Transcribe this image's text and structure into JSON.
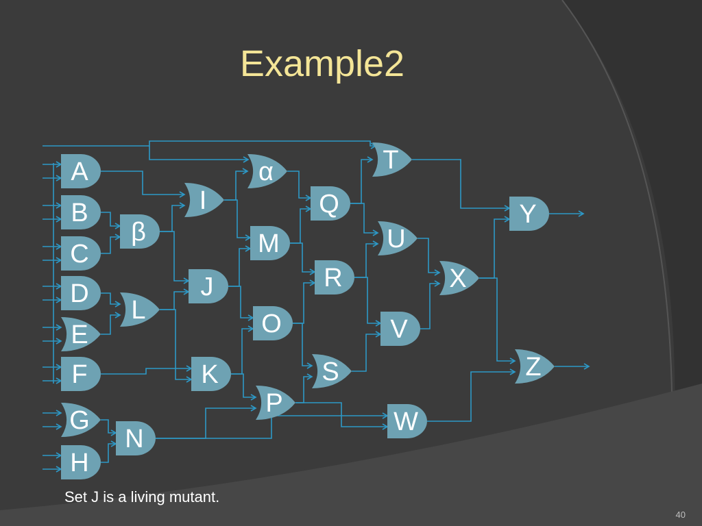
{
  "slide": {
    "title": "Example2",
    "caption": "Set J is a living mutant.",
    "page_number": "40"
  },
  "colors": {
    "background": "#3b3b3b",
    "title": "#f4e597",
    "gate_fill": "#6ea2b3",
    "wire": "#2d99c7",
    "text": "#ffffff"
  },
  "gates": [
    {
      "id": "A",
      "label": "A",
      "shape": "and"
    },
    {
      "id": "B",
      "label": "B",
      "shape": "and"
    },
    {
      "id": "C",
      "label": "C",
      "shape": "and"
    },
    {
      "id": "D",
      "label": "D",
      "shape": "and"
    },
    {
      "id": "E",
      "label": "E",
      "shape": "or"
    },
    {
      "id": "F",
      "label": "F",
      "shape": "and"
    },
    {
      "id": "G",
      "label": "G",
      "shape": "or"
    },
    {
      "id": "H",
      "label": "H",
      "shape": "and"
    },
    {
      "id": "beta",
      "label": "β",
      "shape": "and"
    },
    {
      "id": "L",
      "label": "L",
      "shape": "or"
    },
    {
      "id": "N",
      "label": "N",
      "shape": "and"
    },
    {
      "id": "I",
      "label": "I",
      "shape": "or"
    },
    {
      "id": "J",
      "label": "J",
      "shape": "and"
    },
    {
      "id": "K",
      "label": "K",
      "shape": "and"
    },
    {
      "id": "alpha",
      "label": "α",
      "shape": "or"
    },
    {
      "id": "M",
      "label": "M",
      "shape": "and"
    },
    {
      "id": "O",
      "label": "O",
      "shape": "and"
    },
    {
      "id": "P",
      "label": "P",
      "shape": "or"
    },
    {
      "id": "Q",
      "label": "Q",
      "shape": "and"
    },
    {
      "id": "R",
      "label": "R",
      "shape": "and"
    },
    {
      "id": "S",
      "label": "S",
      "shape": "or"
    },
    {
      "id": "T",
      "label": "T",
      "shape": "or"
    },
    {
      "id": "U",
      "label": "U",
      "shape": "or"
    },
    {
      "id": "V",
      "label": "V",
      "shape": "and"
    },
    {
      "id": "W",
      "label": "W",
      "shape": "and"
    },
    {
      "id": "X",
      "label": "X",
      "shape": "or"
    },
    {
      "id": "Y",
      "label": "Y",
      "shape": "and"
    },
    {
      "id": "Z",
      "label": "Z",
      "shape": "or"
    }
  ],
  "edges": [
    [
      "A",
      "I"
    ],
    [
      "B",
      "beta"
    ],
    [
      "C",
      "beta"
    ],
    [
      "D",
      "L"
    ],
    [
      "E",
      "L"
    ],
    [
      "F",
      "K"
    ],
    [
      "G",
      "N"
    ],
    [
      "H",
      "N"
    ],
    [
      "beta",
      "I"
    ],
    [
      "beta",
      "J"
    ],
    [
      "L",
      "J"
    ],
    [
      "L",
      "K"
    ],
    [
      "I",
      "alpha"
    ],
    [
      "I",
      "M"
    ],
    [
      "J",
      "M"
    ],
    [
      "J",
      "O"
    ],
    [
      "K",
      "O"
    ],
    [
      "K",
      "P"
    ],
    [
      "N",
      "P"
    ],
    [
      "N",
      "W"
    ],
    [
      "alpha",
      "Q"
    ],
    [
      "M",
      "Q"
    ],
    [
      "M",
      "R"
    ],
    [
      "O",
      "R"
    ],
    [
      "O",
      "S"
    ],
    [
      "P",
      "S"
    ],
    [
      "P",
      "W"
    ],
    [
      "Q",
      "T"
    ],
    [
      "Q",
      "U"
    ],
    [
      "R",
      "U"
    ],
    [
      "R",
      "V"
    ],
    [
      "S",
      "V"
    ],
    [
      "T",
      "Y"
    ],
    [
      "U",
      "X"
    ],
    [
      "V",
      "X"
    ],
    [
      "X",
      "Y"
    ],
    [
      "X",
      "Z"
    ],
    [
      "W",
      "Z"
    ]
  ]
}
